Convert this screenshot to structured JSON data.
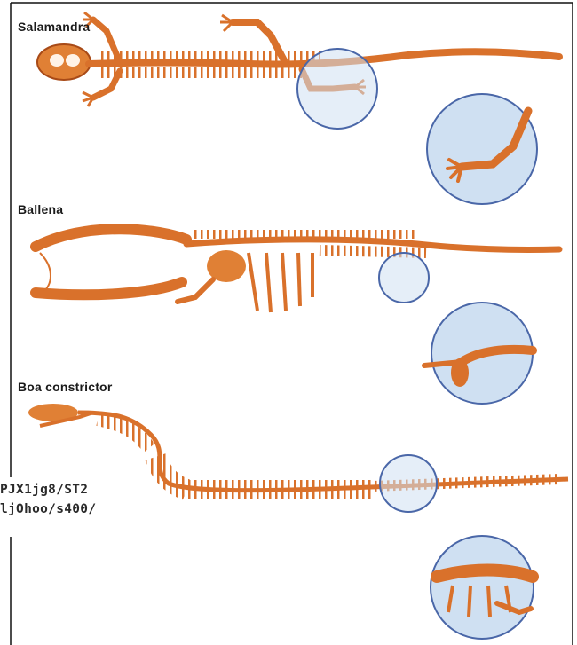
{
  "labels": {
    "salamander": "Salamandra",
    "whale": "Ballena",
    "boa": "Boa constrictor"
  },
  "overlay_url": {
    "line1": "PJX1jg8/ST2",
    "line2": "ljOhoo/s400/"
  },
  "colors": {
    "bone": "#d9712b",
    "bone_light": "#f0a15a",
    "bone_dark": "#a84a17",
    "circle_fill": "#cfe0f2",
    "circle_stroke": "#4a67a8",
    "border": "#111111"
  }
}
